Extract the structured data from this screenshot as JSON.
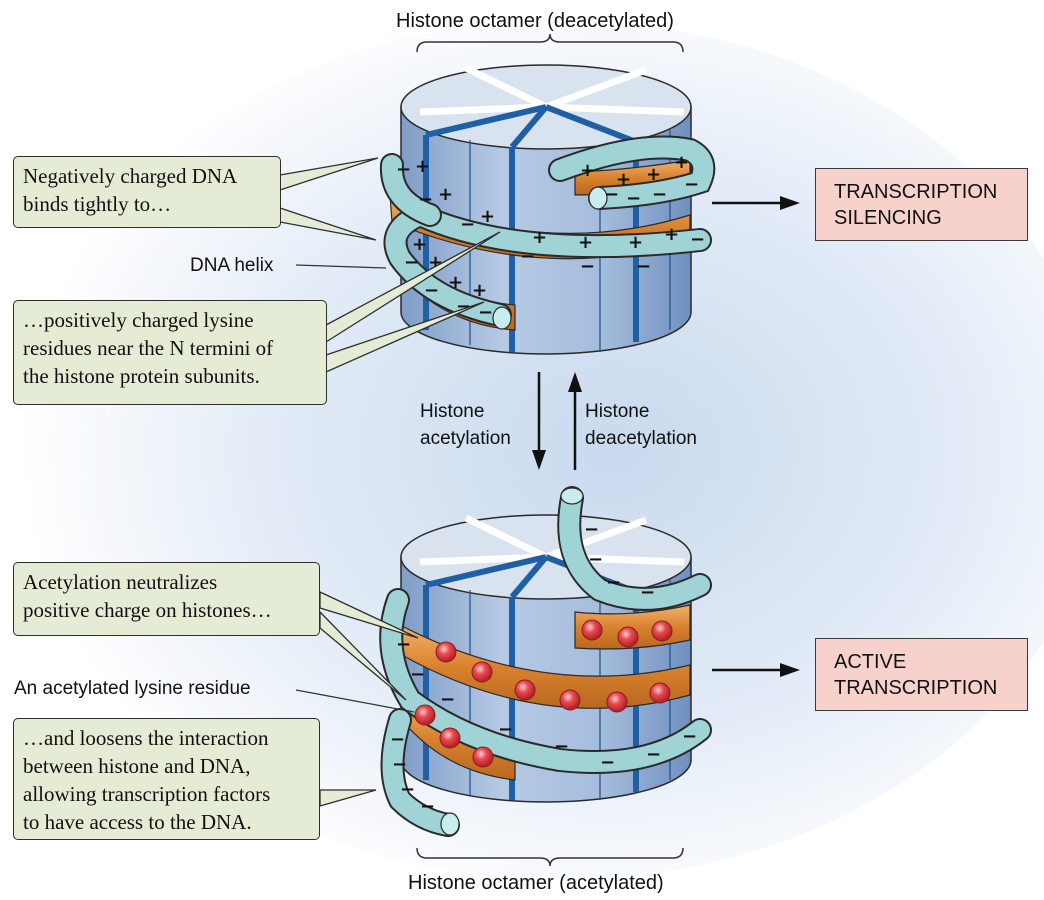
{
  "top": {
    "title": "Histone octamer (deacetylated)",
    "callout_1": [
      "Negatively charged DNA",
      "binds tightly to…"
    ],
    "dna_helix_label": "DNA helix",
    "callout_2": [
      "…positively charged lysine",
      "residues near the N termini of",
      "the histone protein subunits."
    ],
    "outcome": [
      "TRANSCRIPTION",
      "SILENCING"
    ]
  },
  "arrows": {
    "down": [
      "Histone",
      "acetylation"
    ],
    "up": [
      "Histone",
      "deacetylation"
    ]
  },
  "bottom": {
    "title": "Histone octamer (acetylated)",
    "callout_1": [
      "Acetylation neutralizes",
      "positive charge on histones…"
    ],
    "lysine_label": "An acetylated lysine residue",
    "callout_2": [
      "…and loosens the interaction",
      "between histone and DNA,",
      "allowing transcription factors",
      "to have access to the DNA."
    ],
    "outcome": [
      "ACTIVE",
      "TRANSCRIPTION"
    ]
  },
  "colors": {
    "histone_top": "#d9e2ef",
    "histone_side": "#a9bedc",
    "histone_groove": "#1f5fa3",
    "dna_tube": "#9fd3d6",
    "lysine_band": "#d9822f",
    "acetyl_bead": "#e2383f",
    "callout_bg": "#e4ecd5",
    "outcome_bg": "#f7d2cc",
    "background_glow": "#c9d9ee"
  }
}
